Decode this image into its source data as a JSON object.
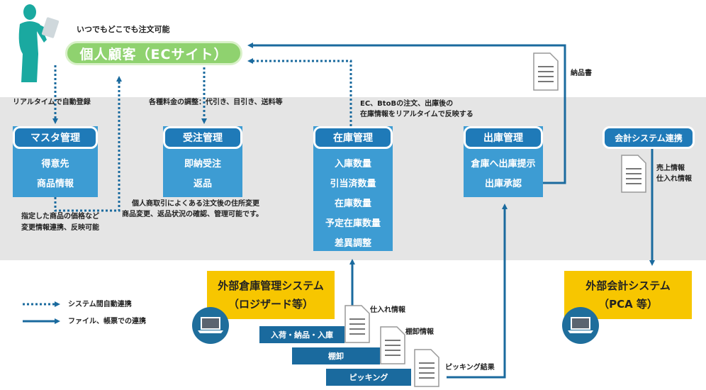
{
  "customer_caption": "いつでもどこでも注文可能",
  "ec_site": "個人顧客（ECサイト）",
  "notes": {
    "realtime_register": "リアルタイムで自動登録",
    "pricing": "各種料金の調整：代引き、目引き、送料等",
    "stock_sync_1": "EC、BtoBの注文、出庫後の",
    "stock_sync_2": "在庫情報をリアルタイムで反映する",
    "delivery_note": "納品書",
    "sales_info_1": "売上情報",
    "sales_info_2": "仕入れ情報",
    "price_change_1": "指定した商品の価格など",
    "price_change_2": "変更情報連携、反映可能",
    "order_after_1": "個人商取引によくある注文後の住所変更",
    "order_after_2": "商品変更、返品状況の確認、管理可能です。",
    "purchase_info": "仕入れ情報",
    "stocktake_info": "棚卸情報",
    "picking_result": "ピッキング結果"
  },
  "modules": {
    "master": {
      "title": "マスタ管理",
      "items": [
        "得意先",
        "商品情報"
      ]
    },
    "order": {
      "title": "受注管理",
      "items": [
        "即納受注",
        "返品"
      ]
    },
    "inventory": {
      "title": "在庫管理",
      "items": [
        "入庫数量",
        "引当済数量",
        "在庫数量",
        "予定在庫数量",
        "差異調整"
      ]
    },
    "shipping": {
      "title": "出庫管理",
      "items": [
        "倉庫へ出庫提示",
        "出庫承認"
      ]
    },
    "accounting": {
      "title": "会計システム連携"
    }
  },
  "external": {
    "warehouse_1": "外部倉庫管理システム",
    "warehouse_2": "（ロジザード等）",
    "accounting_1": "外部会計システム",
    "accounting_2": "（PCA 等）"
  },
  "processes": [
    "入荷・納品・入庫",
    "棚卸",
    "ピッキング"
  ],
  "legend": {
    "auto": "システム間自動連携",
    "file": "ファイル、帳票での連携"
  },
  "colors": {
    "module_dark": "#1f7ab8",
    "module_light": "#3d9cd3",
    "ec_green": "#8fd26f",
    "external_yellow": "#f7c600",
    "arrow_blue": "#1a6a9e",
    "person_teal": "#1aa9a0"
  }
}
